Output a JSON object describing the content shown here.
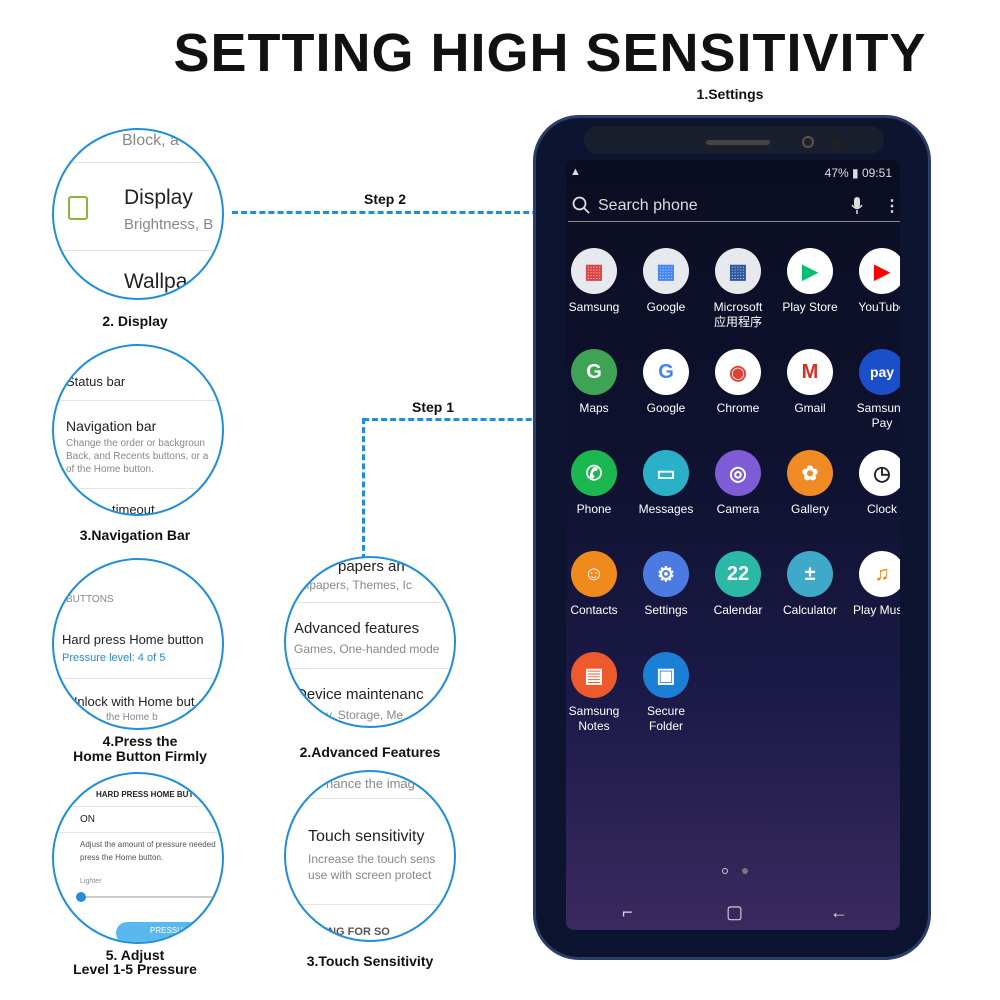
{
  "title": "SETTING HIGH SENSITIVITY",
  "labels": {
    "settings": "1.Settings",
    "step2": "Step 2",
    "step1": "Step 1",
    "display": "2. Display",
    "navbar": "3.Navigation Bar",
    "press_home_1": "4.Press the",
    "press_home_2": "Home Button Firmly",
    "advanced": "2.Advanced Features",
    "adjust_1": "5. Adjust",
    "adjust_2": "Level 1-5 Pressure",
    "touch": "3.Touch Sensitivity"
  },
  "circles": {
    "display": {
      "top_text": "Block, a",
      "title": "Display",
      "sub": "Brightness, B",
      "next": "Wallpa"
    },
    "navigation": {
      "status": "Status bar",
      "title": "Navigation bar",
      "desc1": "Change the order or backgroun",
      "desc2": "Back, and Recents buttons, or a",
      "desc3": "of the Home button.",
      "next": "timeout"
    },
    "home_button": {
      "header": "BUTTONS",
      "title": "Hard press Home button",
      "level": "Pressure level: 4 of 5",
      "unlock": "Unlock with Home but",
      "unlock_sub": "the Home b"
    },
    "advanced": {
      "top": "papers an",
      "top_sub": "llpapers, Themes, Ic",
      "title": "Advanced features",
      "sub": "Games, One-handed mode",
      "next": "Device maintenanc",
      "next_sub": "y, Storage, Me"
    },
    "pressure": {
      "header": "HARD PRESS HOME BUTT",
      "on": "ON",
      "desc1": "Adjust the amount of pressure needed",
      "desc2": "press the Home button.",
      "lighter": "Lighter",
      "btn": "PRESSU"
    },
    "touch": {
      "top": "hance the imag",
      "title": "Touch sensitivity",
      "desc1": "Increase the touch sens",
      "desc2": "use with screen protect",
      "footer": "OOKING FOR SO"
    }
  },
  "phone": {
    "status_right": "47% ▮ 09:51",
    "search_placeholder": "Search phone",
    "apps": [
      {
        "name": "Samsung",
        "color": "#e8e8ef",
        "glyph": "▦",
        "fg": "#d44"
      },
      {
        "name": "Google",
        "color": "#e8e8ef",
        "glyph": "▦",
        "fg": "#4285f4"
      },
      {
        "name": "Microsoft\n应用程序",
        "color": "#e8e8ef",
        "glyph": "▦",
        "fg": "#2b579a"
      },
      {
        "name": "Play Store",
        "color": "#ffffff",
        "glyph": "▶",
        "fg": "#00c070"
      },
      {
        "name": "YouTube",
        "color": "#ffffff",
        "glyph": "▶",
        "fg": "#ff0000"
      },
      {
        "name": "Maps",
        "color": "#3ea354",
        "glyph": "G",
        "fg": "#ffffff"
      },
      {
        "name": "Google",
        "color": "#ffffff",
        "glyph": "G",
        "fg": "#4285f4"
      },
      {
        "name": "Chrome",
        "color": "#ffffff",
        "glyph": "◉",
        "fg": "#db4437"
      },
      {
        "name": "Gmail",
        "color": "#ffffff",
        "glyph": "M",
        "fg": "#d93025"
      },
      {
        "name": "Samsung\nPay",
        "color": "#1a4fc9",
        "glyph": "pay",
        "fg": "#ffffff"
      },
      {
        "name": "Phone",
        "color": "#1bb84f",
        "glyph": "✆",
        "fg": "#ffffff"
      },
      {
        "name": "Messages",
        "color": "#2ab0c8",
        "glyph": "▭",
        "fg": "#ffffff"
      },
      {
        "name": "Camera",
        "color": "#7d5cd6",
        "glyph": "◎",
        "fg": "#ffffff"
      },
      {
        "name": "Gallery",
        "color": "#ef8a25",
        "glyph": "✿",
        "fg": "#ffffff"
      },
      {
        "name": "Clock",
        "color": "#ffffff",
        "glyph": "◷",
        "fg": "#222222"
      },
      {
        "name": "Contacts",
        "color": "#f08a1d",
        "glyph": "☺",
        "fg": "#ffffff"
      },
      {
        "name": "Settings",
        "color": "#4b7be0",
        "glyph": "⚙",
        "fg": "#ffffff"
      },
      {
        "name": "Calendar",
        "color": "#2bb8a7",
        "glyph": "22",
        "fg": "#ffffff"
      },
      {
        "name": "Calculator",
        "color": "#3fa9c9",
        "glyph": "±",
        "fg": "#ffffff"
      },
      {
        "name": "Play Music",
        "color": "#ffffff",
        "glyph": "♫",
        "fg": "#ff7a00"
      },
      {
        "name": "Samsung\nNotes",
        "color": "#ee5a2c",
        "glyph": "▤",
        "fg": "#ffffff"
      },
      {
        "name": "Secure\nFolder",
        "color": "#1c7fd6",
        "glyph": "▣",
        "fg": "#ffffff"
      }
    ]
  }
}
